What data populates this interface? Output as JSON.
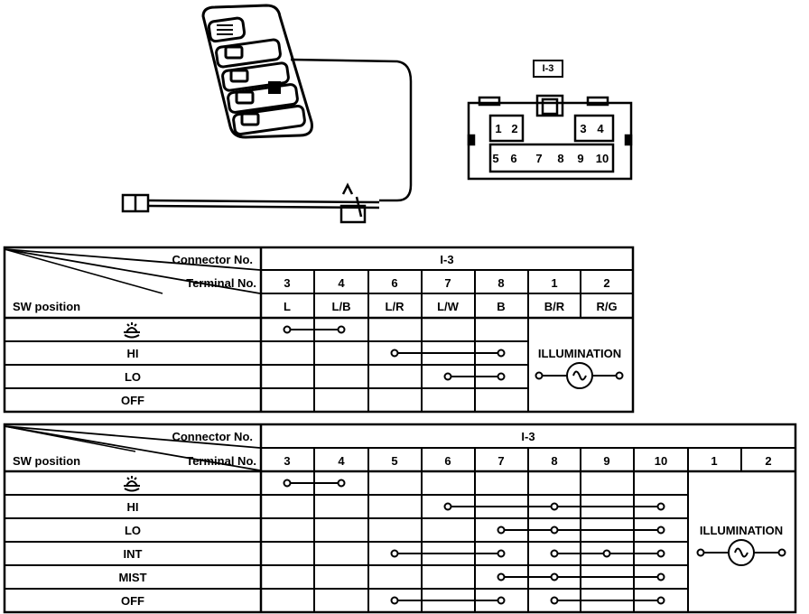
{
  "connector_label": "I-3",
  "connector_pins_top": [
    "1",
    "2",
    "3",
    "4"
  ],
  "connector_pins_bottom": [
    "5",
    "6",
    "7",
    "8",
    "9",
    "10"
  ],
  "table1": {
    "connector_no_label": "Connector No.",
    "terminal_no_label": "Terminal No.",
    "sw_position_label": "SW position",
    "connector_value": "I-3",
    "terminals": [
      "3",
      "4",
      "6",
      "7",
      "8",
      "1",
      "2"
    ],
    "wire_colors": [
      "L",
      "L/B",
      "L/R",
      "L/W",
      "B",
      "B/R",
      "R/G"
    ],
    "rows": [
      "washer-icon",
      "HI",
      "LO",
      "OFF"
    ],
    "illumination_label": "ILLUMINATION"
  },
  "table2": {
    "connector_no_label": "Connector No.",
    "terminal_no_label": "Terminal No.",
    "sw_position_label": "SW position",
    "connector_value": "I-3",
    "terminals": [
      "3",
      "4",
      "5",
      "6",
      "7",
      "8",
      "9",
      "10",
      "1",
      "2"
    ],
    "rows": [
      "washer-icon",
      "HI",
      "LO",
      "INT",
      "MIST",
      "OFF"
    ],
    "illumination_label": "ILLUMINATION"
  }
}
